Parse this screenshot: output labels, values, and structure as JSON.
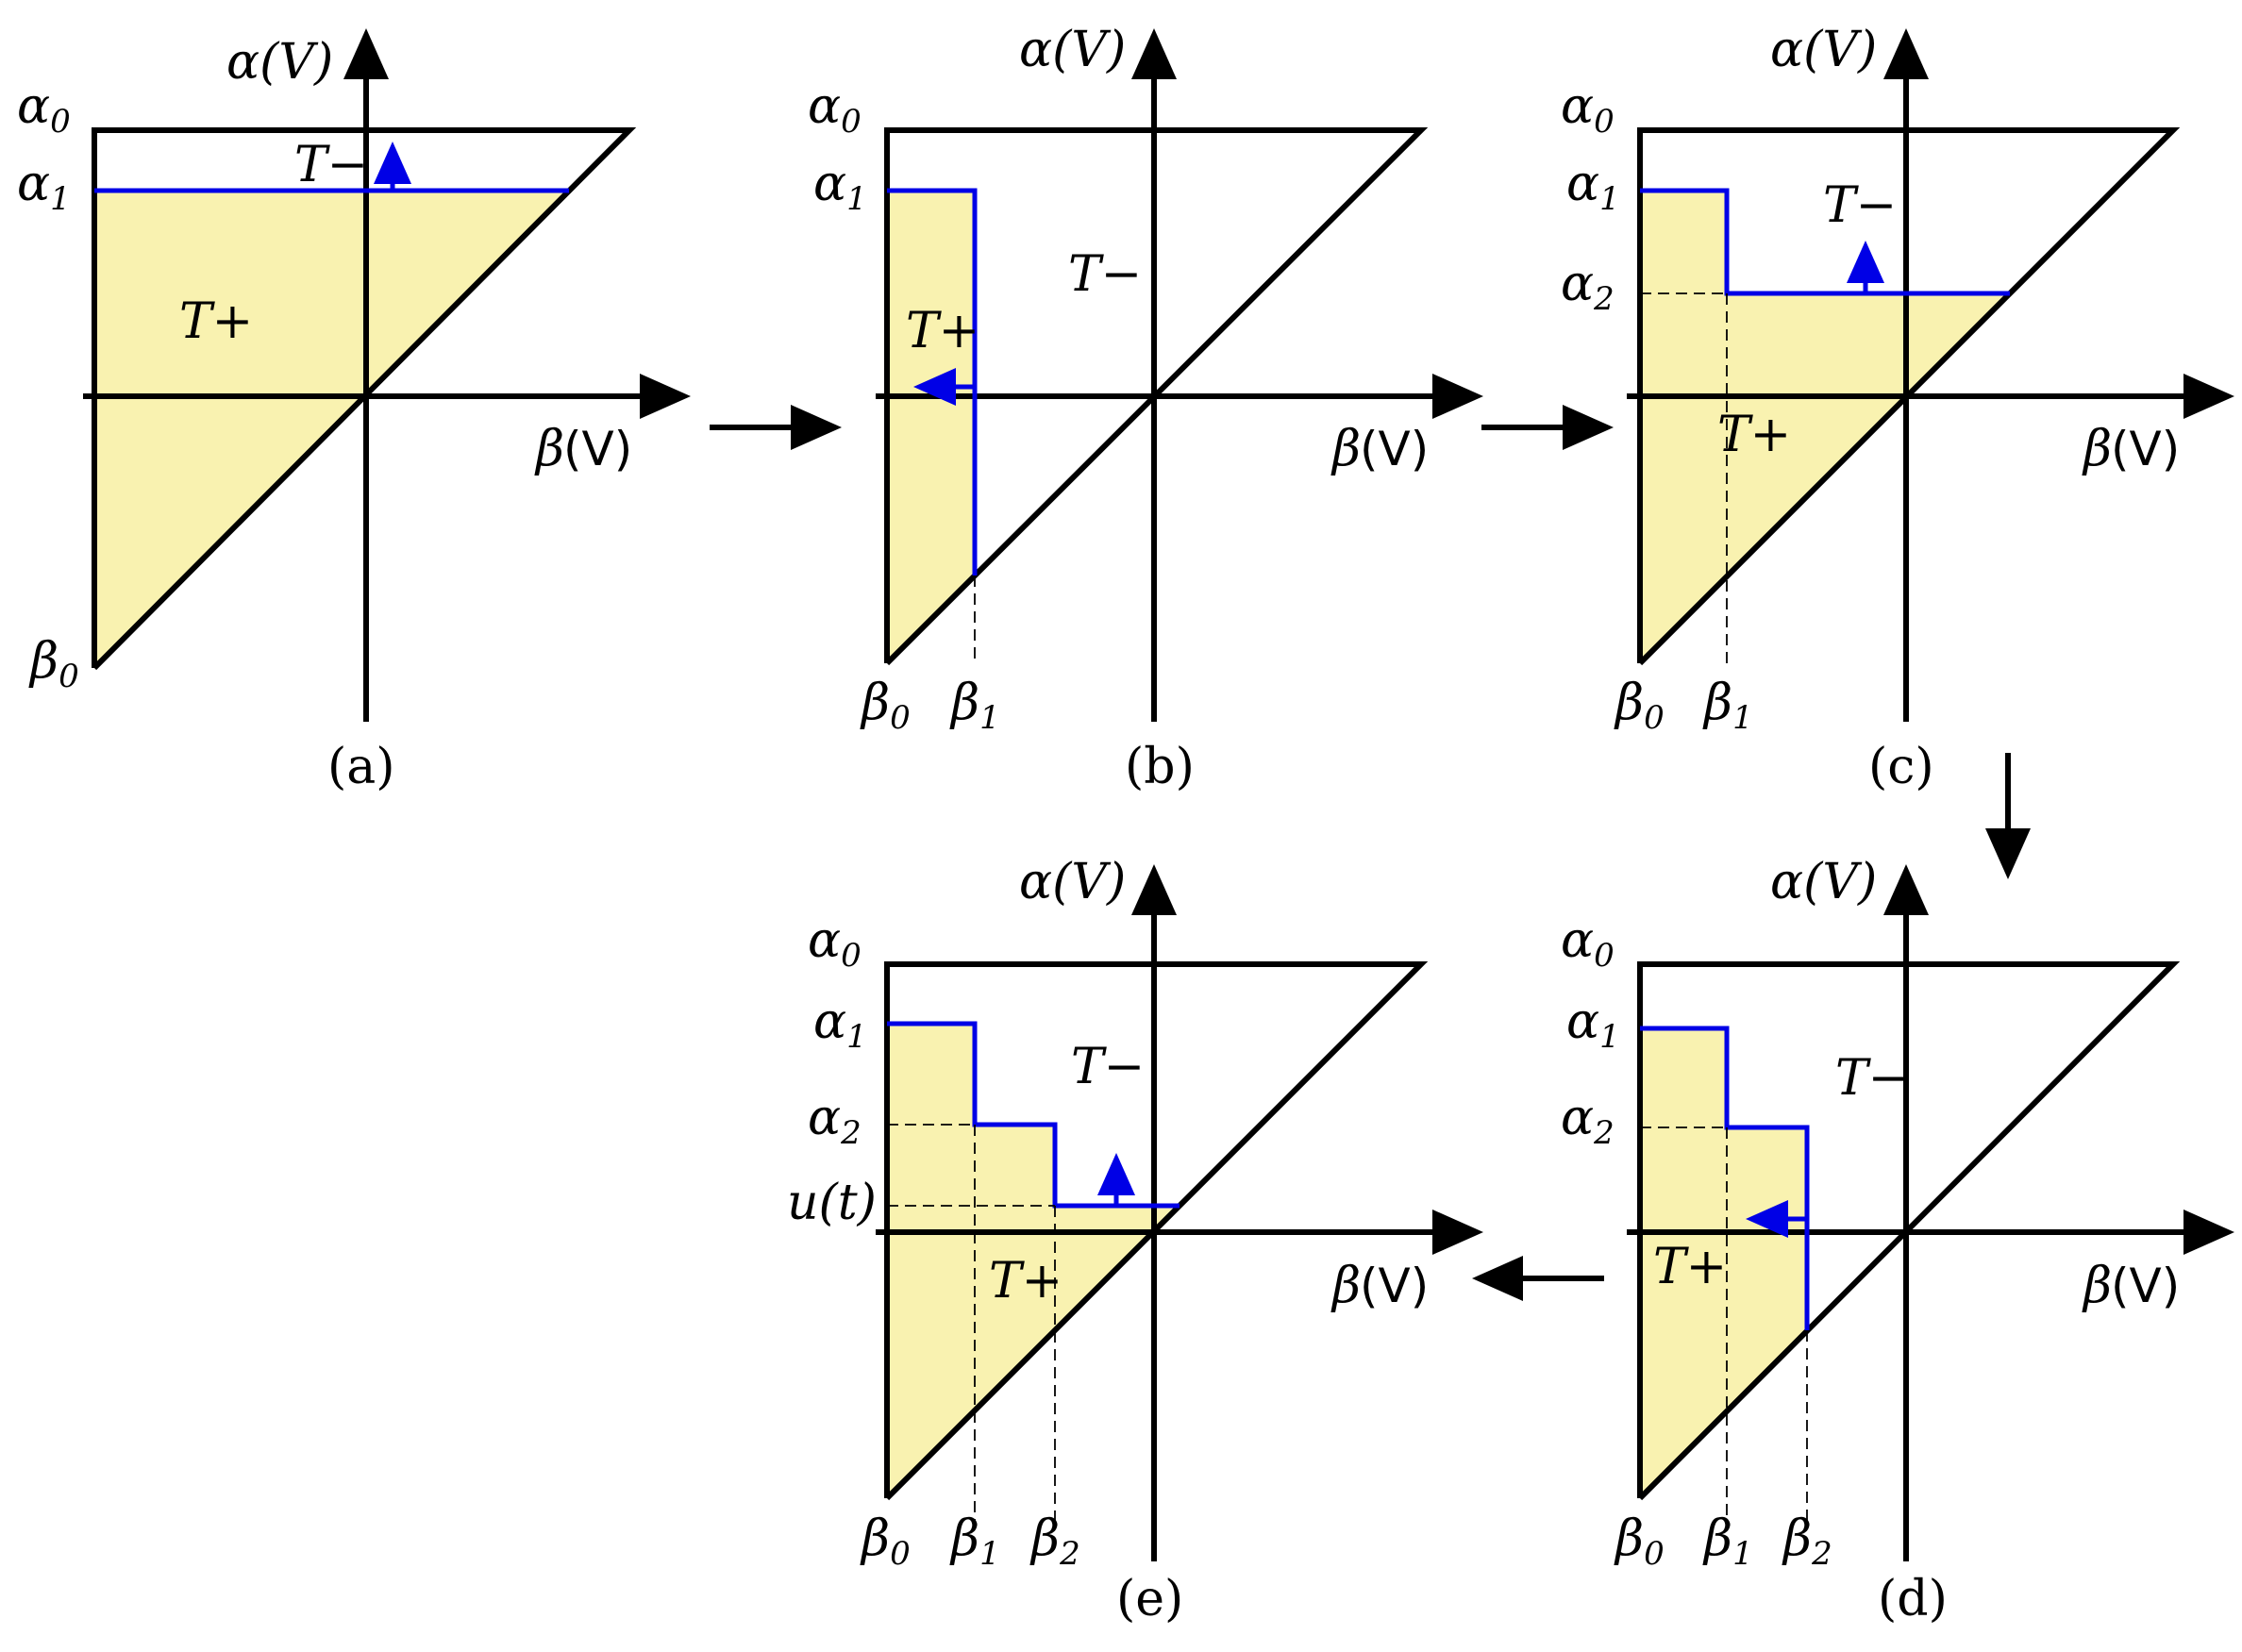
{
  "labels": {
    "alpha_axis": "α(V)",
    "beta_axis": "β(V)",
    "alpha0": "α",
    "alpha0_sub": "0",
    "alpha1": "α",
    "alpha1_sub": "1",
    "alpha2": "α",
    "alpha2_sub": "2",
    "beta0": "β",
    "beta0_sub": "0",
    "beta1": "β",
    "beta1_sub": "1",
    "beta2": "β",
    "beta2_sub": "2",
    "t_plus": "T+",
    "t_minus": "T−",
    "u_t": "u(t)"
  },
  "panels": {
    "a": {
      "caption": "(a)"
    },
    "b": {
      "caption": "(b)"
    },
    "c": {
      "caption": "(c)"
    },
    "d": {
      "caption": "(d)"
    },
    "e": {
      "caption": "(e)"
    }
  },
  "colors": {
    "fill": "#f9f2b0",
    "staircase": "#0000e6",
    "lines": "#000000"
  }
}
